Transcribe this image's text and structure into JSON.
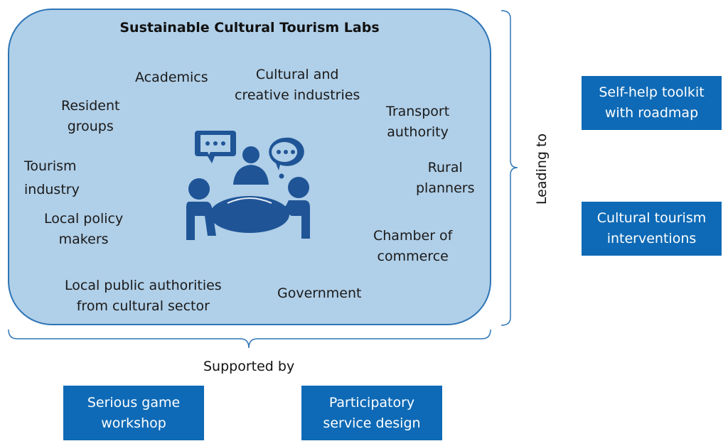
{
  "lab": {
    "title": "Sustainable Cultural Tourism Labs",
    "stakeholders": {
      "academics": "Academics",
      "cultural_creative_1": "Cultural and",
      "cultural_creative_2": "creative industries",
      "resident_1": "Resident",
      "resident_2": "groups",
      "transport_1": "Transport",
      "transport_2": "authority",
      "tourism_1": "Tourism",
      "tourism_2": "industry",
      "rural_1": "Rural",
      "rural_2": "planners",
      "policy_1": "Local policy",
      "policy_2": "makers",
      "chamber_1": "Chamber of",
      "chamber_2": "commerce",
      "public_auth_1": "Local public authorities",
      "public_auth_2": "from cultural sector",
      "government": "Government"
    }
  },
  "leading_to": {
    "label": "Leading to",
    "outcomes": [
      {
        "line1": "Self-help toolkit",
        "line2": "with roadmap"
      },
      {
        "line1": "Cultural tourism",
        "line2": "interventions"
      }
    ]
  },
  "supported_by": {
    "label": "Supported by",
    "tools": [
      {
        "line1": "Serious game",
        "line2": "workshop"
      },
      {
        "line1": "Participatory",
        "line2": "service design"
      }
    ]
  },
  "colors": {
    "lab_fill": "#b0cfe8",
    "lab_border": "#2e75b6",
    "box_fill": "#0e6ab6",
    "icon_blue": "#1f5597"
  },
  "icon": "meeting-table-icon"
}
